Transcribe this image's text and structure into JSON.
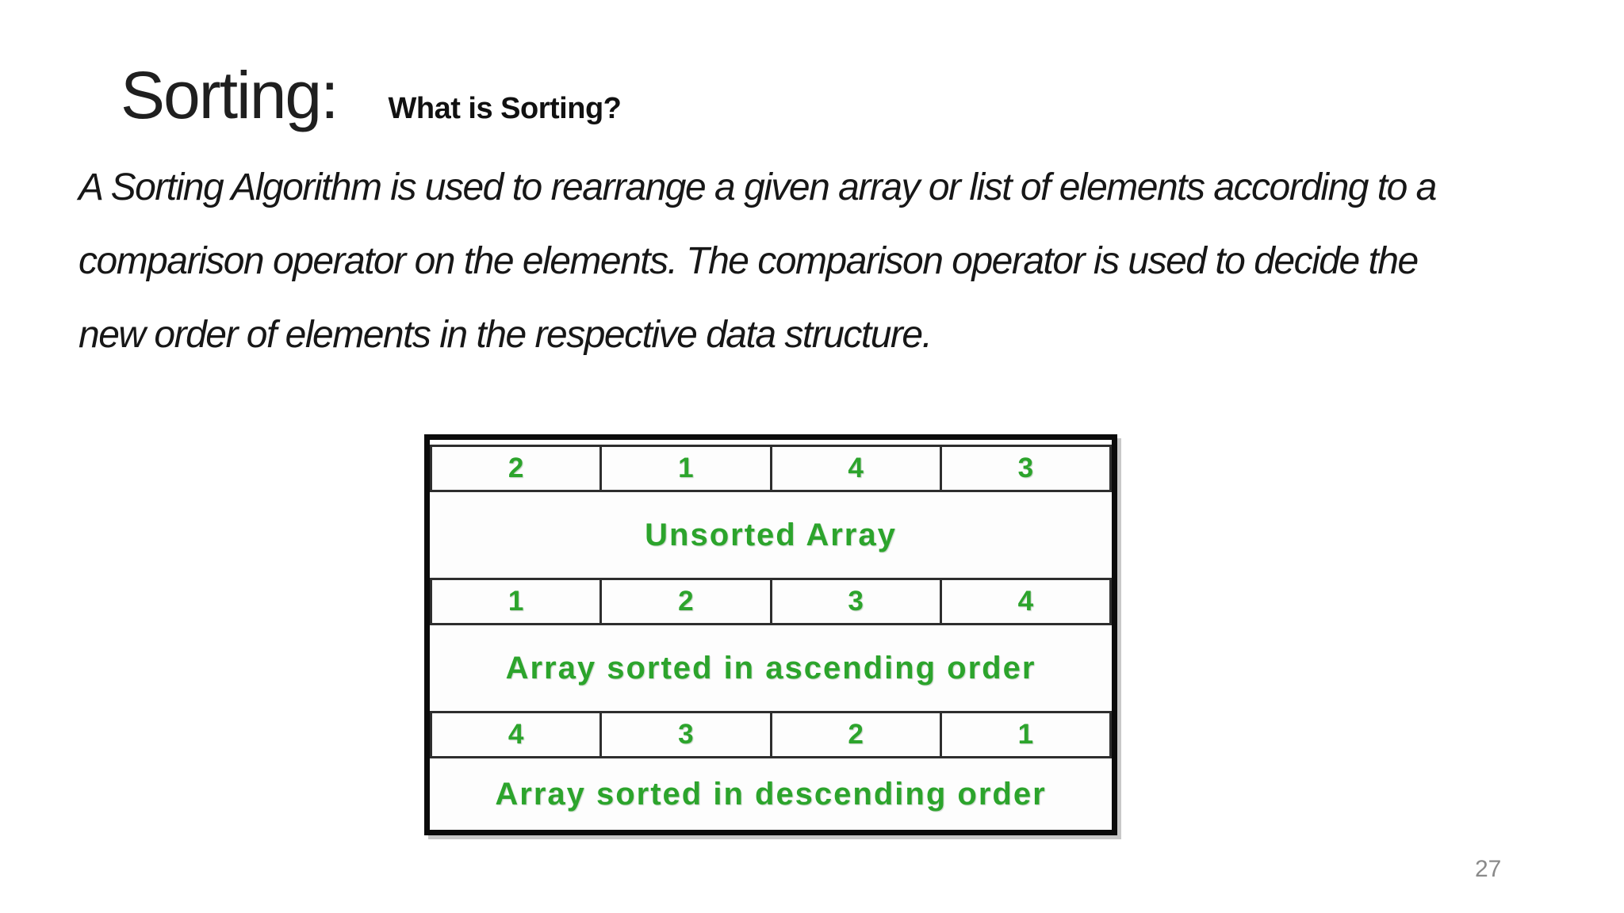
{
  "slide": {
    "title": "Sorting:",
    "subtitle": "What is Sorting?",
    "paragraph_lines": [
      "A Sorting Algorithm is used to rearrange a given array or list of elements according to a",
      "comparison operator on the elements. The comparison operator is used to decide the",
      "new order of elements in the respective data structure."
    ],
    "page_number": "27"
  },
  "figure": {
    "green": "#2ca42c",
    "border_color": "#0b0b0b",
    "rows": [
      {
        "type": "cells",
        "values": [
          "2",
          "1",
          "4",
          "3"
        ]
      },
      {
        "type": "label",
        "text": "Unsorted Array"
      },
      {
        "type": "cells",
        "values": [
          "1",
          "2",
          "3",
          "4"
        ]
      },
      {
        "type": "label",
        "text": "Array sorted in ascending order"
      },
      {
        "type": "cells",
        "values": [
          "4",
          "3",
          "2",
          "1"
        ]
      },
      {
        "type": "label",
        "text": "Array sorted in descending order"
      }
    ]
  }
}
